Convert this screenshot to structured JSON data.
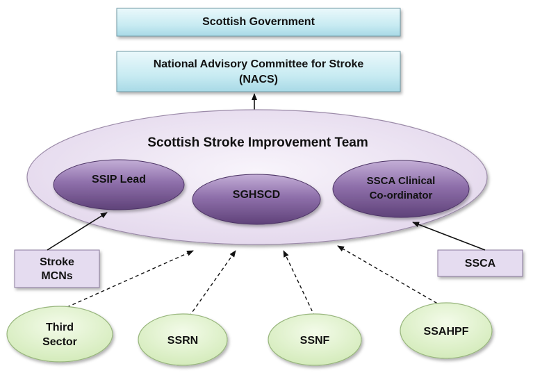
{
  "diagram": {
    "government": "Scottish Government",
    "nacs": {
      "line1": "National Advisory Committee for Stroke",
      "line2": "(NACS)"
    },
    "team": {
      "title": "Scottish Stroke Improvement Team",
      "ssip_lead": "SSIP Lead",
      "sghscd": "SGHSCD",
      "ssca_coordinator": {
        "line1": "SSCA Clinical",
        "line2": "Co-ordinator"
      }
    },
    "stroke_mcns": {
      "line1": "Stroke",
      "line2": "MCNs"
    },
    "ssca": "SSCA",
    "third_sector": {
      "line1": "Third",
      "line2": "Sector"
    },
    "ssrn": "SSRN",
    "ssnf": "SSNF",
    "ssahpf": "SSAHPF"
  },
  "colors": {
    "box_fill_top": "#e4f6fa",
    "box_fill_bottom": "#b5e1ec",
    "box_border": "#6f9aa6",
    "team_fill": "#ece3f1",
    "team_border": "#9b8aa8",
    "inner_fill_top": "#a98cc1",
    "inner_fill_bottom": "#6a4c86",
    "lavender_box": "#e5dcf0",
    "lavender_border": "#8b7a9e",
    "green_fill": "#e3f3cf",
    "green_border": "#98b67d"
  }
}
